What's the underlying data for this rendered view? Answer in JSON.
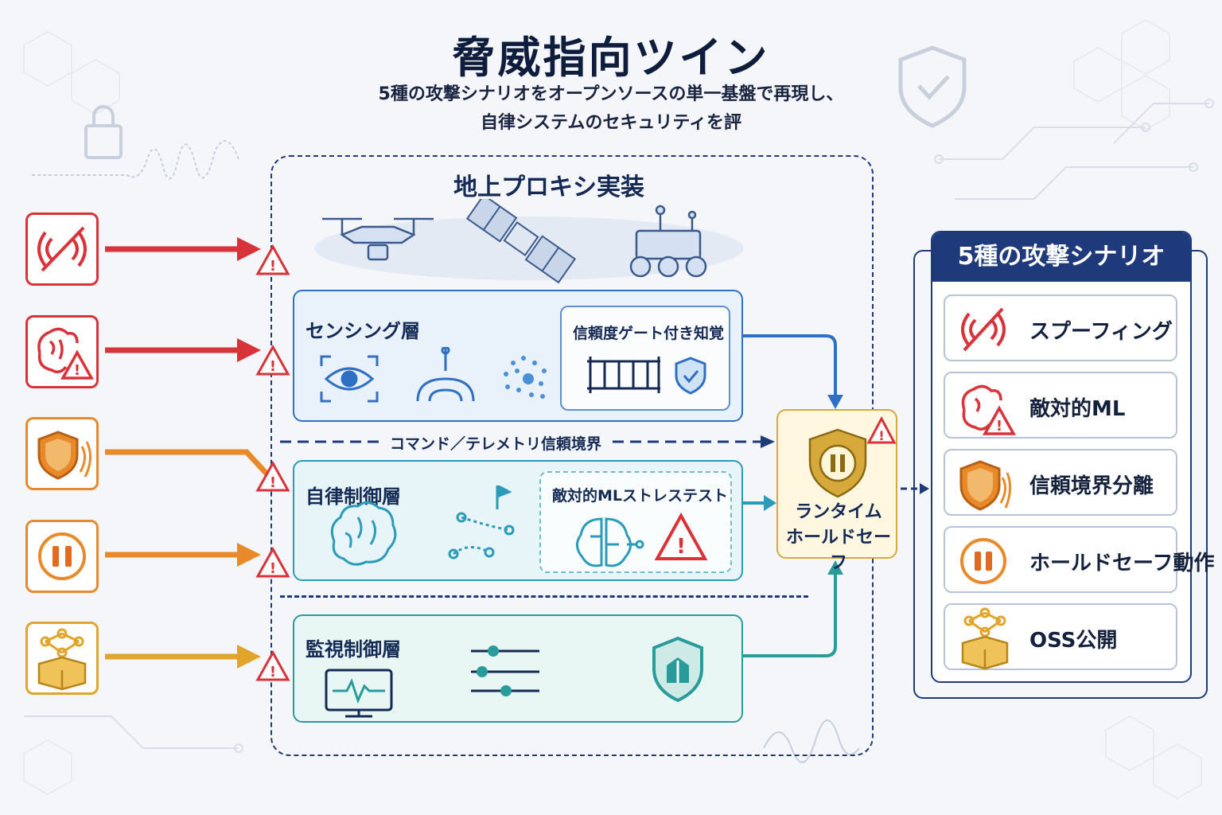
{
  "title": "脅威指向ツイン",
  "subtitle_line1": "5種の攻撃シナリオをオープンソースの単一基盤で再現し、",
  "subtitle_line2": "自律システムのセキュリティを評",
  "frame": {
    "label": "地上プロキシ実装"
  },
  "layers": {
    "sensing": {
      "title": "センシング層",
      "sub_title": "信頼度ゲート付き知覚",
      "color": "#2f6fc4"
    },
    "autonomy": {
      "title": "自律制御層",
      "sub_title": "敵対的MLストレステスト",
      "color": "#2a9bb8"
    },
    "supervisory": {
      "title": "監視制御層",
      "color": "#2a9b9b"
    }
  },
  "boundary_label": "コマンド／テレメトリ信頼境界",
  "hold": {
    "line1": "ランタイム",
    "line2": "ホールドセーフ"
  },
  "panel": {
    "title": "5種の攻撃シナリオ",
    "items": [
      {
        "label": "スプーフィング",
        "icon": "spoofing-icon"
      },
      {
        "label": "敵対的ML",
        "icon": "brain-warning-icon"
      },
      {
        "label": "信頼境界分離",
        "icon": "shield-icon"
      },
      {
        "label": "ホールドセーフ動作",
        "icon": "pause-icon"
      },
      {
        "label": "OSS公開",
        "icon": "open-box-icon"
      }
    ]
  },
  "colors": {
    "red": "#d9333a",
    "orange": "#e8892a",
    "yellow": "#e0a52a",
    "navy": "#1e3a7b",
    "blue": "#2f6fc4",
    "teal": "#2a9b9b"
  }
}
